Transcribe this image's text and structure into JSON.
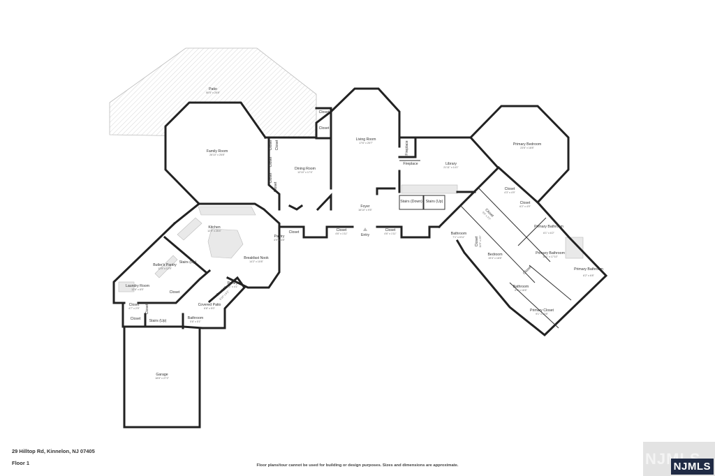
{
  "footer": {
    "address": "29 Hilltop Rd, Kinnelon, NJ 07405",
    "floor": "Floor 1",
    "disclaimer": "Floor plans/tour cannot be used for building or design purposes. Sizes and dimensions are approximate."
  },
  "logo": {
    "text": "NJMLS"
  },
  "rooms": {
    "patio": {
      "name": "Patio",
      "dim": "50'5\" x 25'8\""
    },
    "family_room": {
      "name": "Family Room",
      "dim": "26'10\" x 25'8\""
    },
    "dining_room": {
      "name": "Dining Room",
      "dim": "12'10\" x 17'4\""
    },
    "living_room": {
      "name": "Living Room",
      "dim": "17'6\" x 25'7\""
    },
    "library": {
      "name": "Library",
      "dim": "21'11\" x 14'1\""
    },
    "primary_bedroom": {
      "name": "Primary Bedroom",
      "dim": "23'6\" x 18'8\""
    },
    "foyer": {
      "name": "Foyer",
      "dim": "16'10\" x 9'5\""
    },
    "kitchen": {
      "name": "Kitchen",
      "dim": "12'9\" x 25'4\""
    },
    "breakfast_nook": {
      "name": "Breakfast Nook",
      "dim": "14'2\" x 10'8\""
    },
    "butlers_pantry": {
      "name": "Butler's Pantry",
      "dim": "12'9\" x 12'9\""
    },
    "laundry_room": {
      "name": "Laundry Room",
      "dim": "12'8\" x 8'5\""
    },
    "pantry_1": {
      "name": "Pantry",
      "dim": "4'9\" x 4'8\""
    },
    "pantry_2": {
      "name": "Pantry",
      "dim": "6'1\" x 4'1\""
    },
    "covered_patio": {
      "name": "Covered Patio",
      "dim": "6'8\" x 5'0\""
    },
    "stairs_kitchen": {
      "name": "Stairs (Up)"
    },
    "stairs_garage": {
      "name": "Stairs (Up)"
    },
    "stairs_down": {
      "name": "Stairs (Down)"
    },
    "stairs_up": {
      "name": "Stairs (Up)"
    },
    "storage": {
      "name": "Storage",
      "dim": "5'10\" x 5'2\""
    },
    "bathroom_garage": {
      "name": "Bathroom",
      "dim": "5'8\" x 5'1\""
    },
    "garage": {
      "name": "Garage",
      "dim": "18'8\" x 27'2\""
    },
    "bathroom_hall": {
      "name": "Bathroom",
      "dim": "7'1\" x 6'11\""
    },
    "bedroom": {
      "name": "Bedroom",
      "dim": "19'4\" x 16'6\""
    },
    "bathroom_bed": {
      "name": "Bathroom",
      "dim": "8'0\" x 16'6\""
    },
    "primary_bathroom_1": {
      "name": "Primary Bathroom",
      "dim": "6'1\" x 6'2\""
    },
    "primary_bathroom_2": {
      "name": "Primary Bathroom",
      "dim": "18'1\" x 17'10\""
    },
    "primary_bathroom_3": {
      "name": "Primary Bathroom",
      "dim": "6'2\" x 6'8\""
    },
    "primary_closet": {
      "name": "Primary Closet",
      "dim": "9'1\" x 13'8\""
    },
    "fireplace_1": {
      "name": "Fireplace"
    },
    "fireplace_2": {
      "name": "Fireplace"
    },
    "entry": {
      "name": "Entry"
    },
    "closet_label": "Closet",
    "closet_foyer_l": {
      "dim": "4'6\" x 1'11\""
    },
    "closet_foyer_r": {
      "dim": "4'6\" x 1'11\""
    },
    "closet_br_1": {
      "dim": "4'3\" x 4'9\""
    },
    "closet_br_2": {
      "dim": "6'2\" x 4'9\""
    },
    "closet_hall": {
      "dim": "5'5\" x 2'1\""
    },
    "closet_bed": {
      "dim": "11'0\" x 2'0\""
    },
    "closet_laundry": {
      "dim": "4'7\" x 2'9\""
    }
  }
}
